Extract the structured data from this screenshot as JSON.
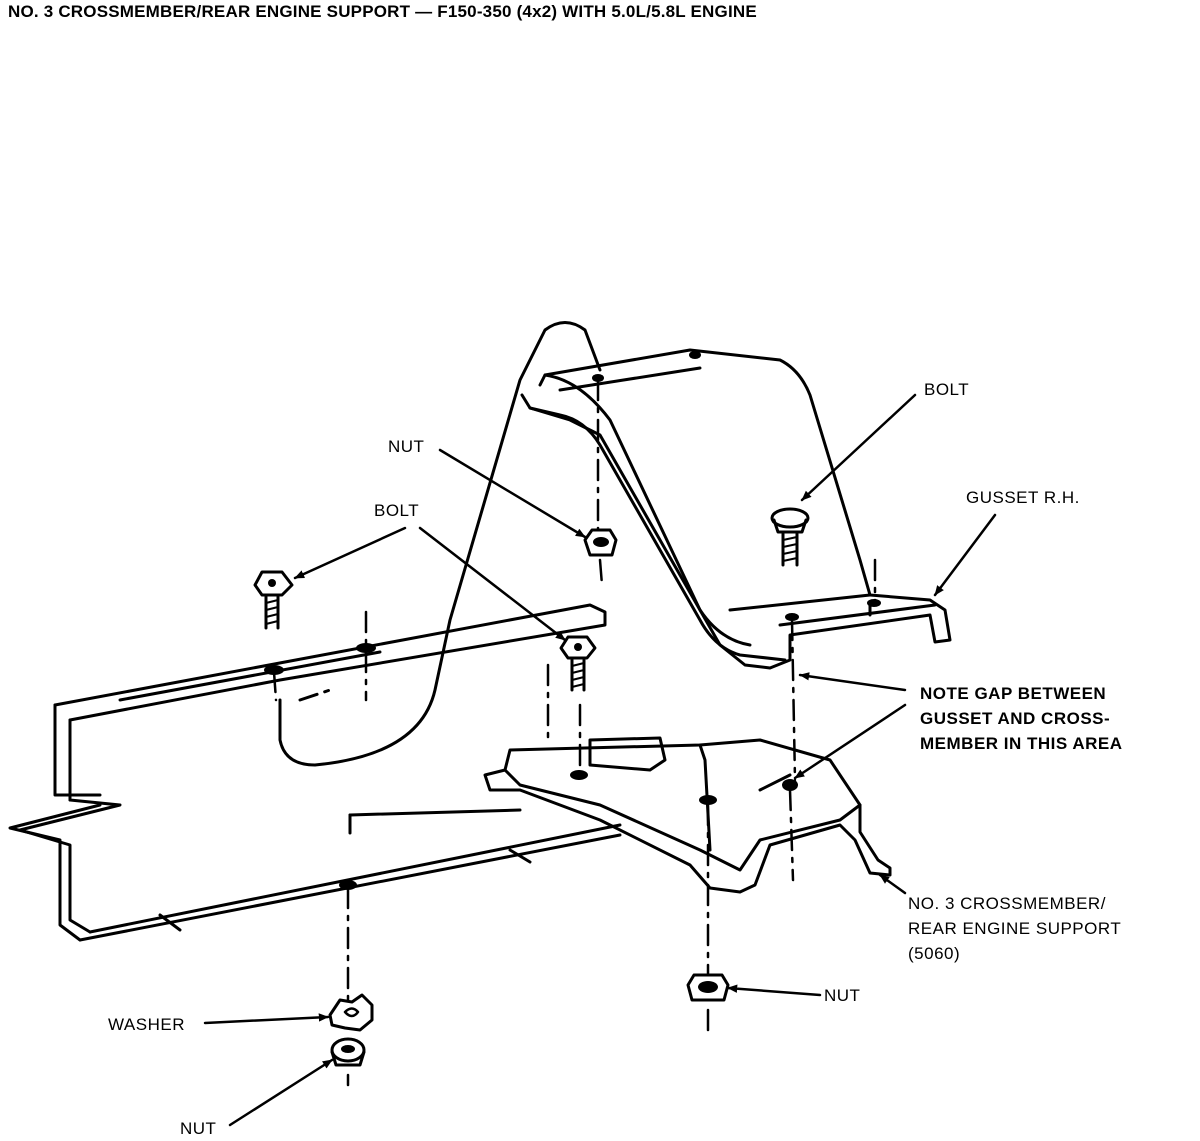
{
  "title": "NO. 3 CROSSMEMBER/REAR ENGINE SUPPORT — F150-350 (4x2) WITH 5.0L/5.8L ENGINE",
  "labels": {
    "bolt_right": "BOLT",
    "nut_top": "NUT",
    "gusset": "GUSSET R.H.",
    "bolt_left": "BOLT",
    "note": [
      "NOTE GAP BETWEEN",
      "GUSSET AND CROSS-",
      "MEMBER IN THIS AREA"
    ],
    "crossmember": [
      "NO. 3 CROSSMEMBER/",
      "REAR ENGINE SUPPORT",
      "(5060)"
    ],
    "washer": "WASHER",
    "nut_bottom_right": "NUT",
    "nut_bottom_left": "NUT"
  }
}
